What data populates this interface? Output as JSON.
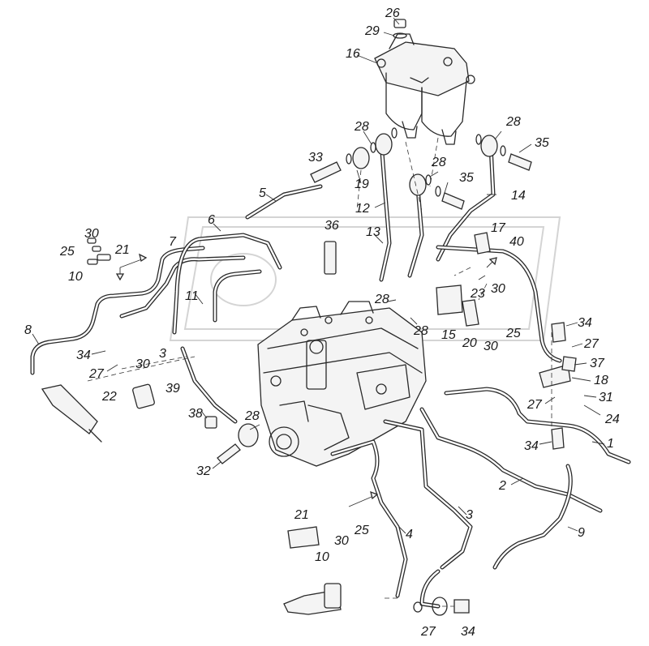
{
  "diagram": {
    "labels": [
      {
        "id": "l26",
        "text": "26"
      },
      {
        "id": "l29",
        "text": "29"
      },
      {
        "id": "l16",
        "text": "16"
      },
      {
        "id": "l28a",
        "text": "28"
      },
      {
        "id": "l28b",
        "text": "28"
      },
      {
        "id": "l28c",
        "text": "28"
      },
      {
        "id": "l35a",
        "text": "35"
      },
      {
        "id": "l33",
        "text": "33"
      },
      {
        "id": "l19",
        "text": "19"
      },
      {
        "id": "l35b",
        "text": "35"
      },
      {
        "id": "l5",
        "text": "5"
      },
      {
        "id": "l14",
        "text": "14"
      },
      {
        "id": "l12",
        "text": "12"
      },
      {
        "id": "l6",
        "text": "6"
      },
      {
        "id": "l36",
        "text": "36"
      },
      {
        "id": "l13",
        "text": "13"
      },
      {
        "id": "l17",
        "text": "17"
      },
      {
        "id": "l30a",
        "text": "30"
      },
      {
        "id": "l7",
        "text": "7"
      },
      {
        "id": "l40",
        "text": "40"
      },
      {
        "id": "l25a",
        "text": "25"
      },
      {
        "id": "l21a",
        "text": "21"
      },
      {
        "id": "l10a",
        "text": "10"
      },
      {
        "id": "l11",
        "text": "11"
      },
      {
        "id": "l23",
        "text": "23"
      },
      {
        "id": "l30b",
        "text": "30"
      },
      {
        "id": "l28d",
        "text": "28"
      },
      {
        "id": "l28e",
        "text": "28"
      },
      {
        "id": "l15",
        "text": "15"
      },
      {
        "id": "l25b",
        "text": "25"
      },
      {
        "id": "l8",
        "text": "8"
      },
      {
        "id": "l20",
        "text": "20"
      },
      {
        "id": "l30c",
        "text": "30"
      },
      {
        "id": "l34a",
        "text": "34"
      },
      {
        "id": "l27a",
        "text": "27"
      },
      {
        "id": "l34b",
        "text": "34"
      },
      {
        "id": "l30d",
        "text": "30"
      },
      {
        "id": "l3a",
        "text": "3"
      },
      {
        "id": "l37",
        "text": "37"
      },
      {
        "id": "l27b",
        "text": "27"
      },
      {
        "id": "l18",
        "text": "18"
      },
      {
        "id": "l22",
        "text": "22"
      },
      {
        "id": "l39",
        "text": "39"
      },
      {
        "id": "l27c",
        "text": "27"
      },
      {
        "id": "l31",
        "text": "31"
      },
      {
        "id": "l24",
        "text": "24"
      },
      {
        "id": "l38",
        "text": "38"
      },
      {
        "id": "l28f",
        "text": "28"
      },
      {
        "id": "l34c",
        "text": "34"
      },
      {
        "id": "l1",
        "text": "1"
      },
      {
        "id": "l32",
        "text": "32"
      },
      {
        "id": "l2",
        "text": "2"
      },
      {
        "id": "l3b",
        "text": "3"
      },
      {
        "id": "l21b",
        "text": "21"
      },
      {
        "id": "l25c",
        "text": "25"
      },
      {
        "id": "l30e",
        "text": "30"
      },
      {
        "id": "l4",
        "text": "4"
      },
      {
        "id": "l9",
        "text": "9"
      },
      {
        "id": "l10b",
        "text": "10"
      },
      {
        "id": "l27d",
        "text": "27"
      },
      {
        "id": "l34d",
        "text": "34"
      }
    ]
  }
}
